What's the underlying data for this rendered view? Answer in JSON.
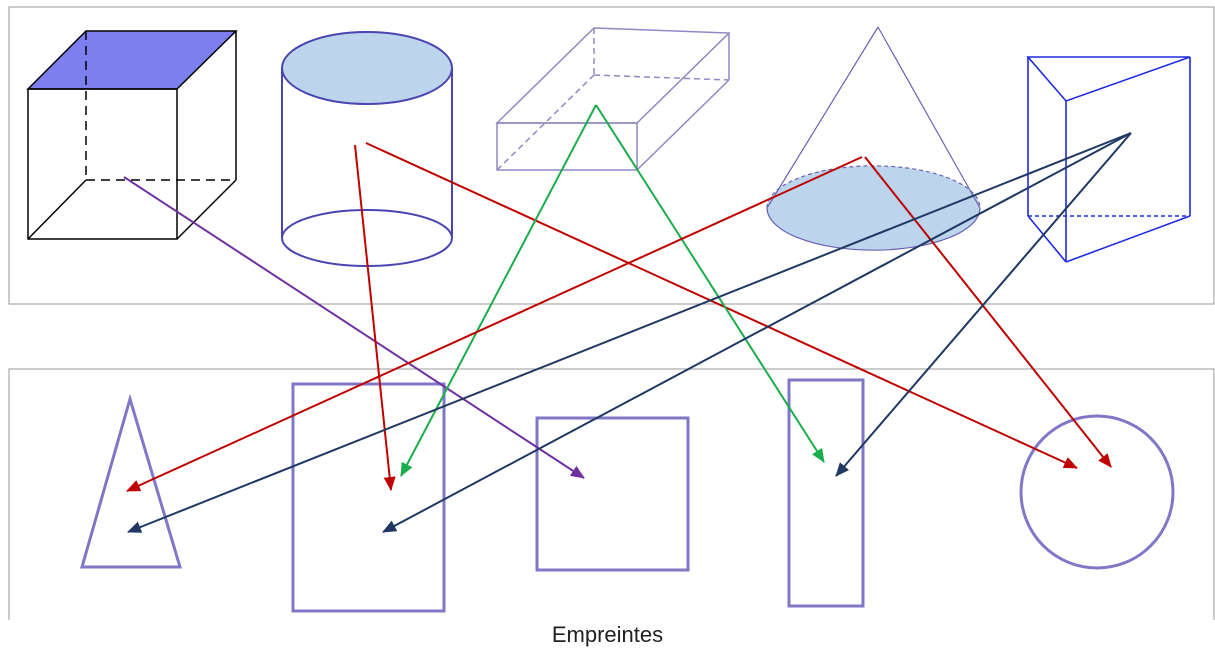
{
  "caption": "Empreintes",
  "colors": {
    "frame": "#9a9a9a",
    "solid_stroke": "#6b63b5",
    "prism_stroke": "#1f2be0",
    "cube_top": "#7b80ee",
    "cylinder_fill": "#bcd4ec",
    "footprint_stroke": "#8077c7",
    "arrow_red": "#c00000",
    "arrow_green": "#1aad4b",
    "arrow_navy": "#1f3864",
    "arrow_purple": "#7030a0"
  },
  "solids": [
    "cube-icon",
    "cylinder-icon",
    "rectangular-prism-icon",
    "cone-icon",
    "triangular-prism-icon"
  ],
  "footprints": [
    "triangle-icon",
    "large-rectangle-icon",
    "square-icon",
    "narrow-rectangle-icon",
    "circle-icon"
  ],
  "links": [
    {
      "from": "cube-icon",
      "to": "square-icon",
      "color": "purple"
    },
    {
      "from": "cylinder-icon",
      "to": "large-rectangle-icon",
      "color": "red"
    },
    {
      "from": "cylinder-icon",
      "to": "circle-icon",
      "color": "red"
    },
    {
      "from": "rectangular-prism-icon",
      "to": "large-rectangle-icon",
      "color": "green"
    },
    {
      "from": "rectangular-prism-icon",
      "to": "narrow-rectangle-icon",
      "color": "green"
    },
    {
      "from": "cone-icon",
      "to": "triangle-icon",
      "color": "red"
    },
    {
      "from": "cone-icon",
      "to": "circle-icon",
      "color": "red"
    },
    {
      "from": "triangular-prism-icon",
      "to": "triangle-icon",
      "color": "navy"
    },
    {
      "from": "triangular-prism-icon",
      "to": "large-rectangle-icon",
      "color": "navy"
    },
    {
      "from": "triangular-prism-icon",
      "to": "narrow-rectangle-icon",
      "color": "navy"
    }
  ]
}
